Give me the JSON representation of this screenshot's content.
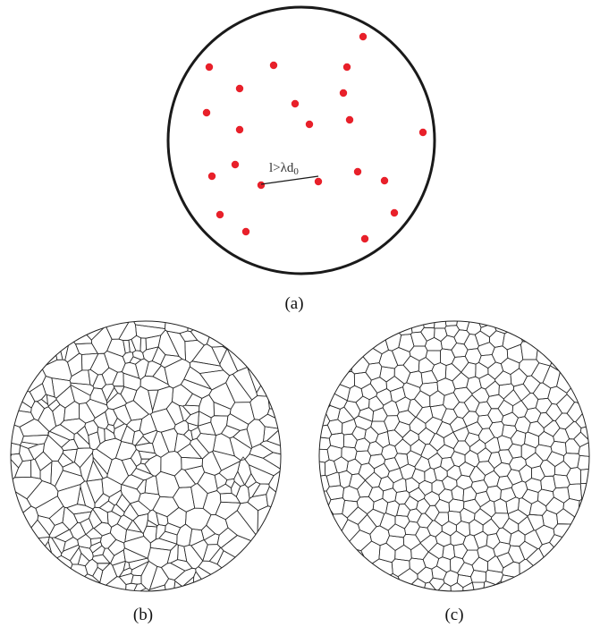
{
  "panel_a": {
    "caption": "(a)",
    "distance_label": "l>λd0",
    "distance_label_main": "l>λd",
    "distance_label_sub": "0",
    "point_color": "#e8202a",
    "outline_color": "#1a1a1a"
  },
  "panel_b": {
    "caption": "(b)",
    "mesh_style": "irregular random Voronoi tessellation"
  },
  "panel_c": {
    "caption": "(c)",
    "mesh_style": "regular centroidal Voronoi tessellation"
  }
}
